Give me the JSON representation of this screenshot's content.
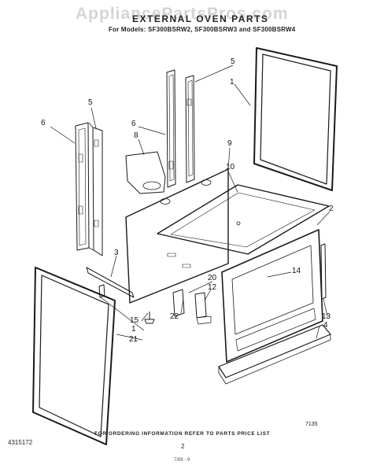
{
  "header": {
    "watermark": "AppliancePartsPros.com",
    "title": "EXTERNAL OVEN PARTS",
    "models": "For Models: SF300BSRW2, SF300BSRW3 and SF300BSRW4"
  },
  "callouts": {
    "c1a": "1",
    "c1b": "1",
    "c2": "2",
    "c3": "3",
    "c4": "4",
    "c5a": "5",
    "c5b": "5",
    "c6a": "6",
    "c6b": "6",
    "c8": "8",
    "c9": "9",
    "c10": "10",
    "c12": "12",
    "c13": "13",
    "c14": "14",
    "c15": "15",
    "c20": "20",
    "c21": "21",
    "c22": "22"
  },
  "footer": {
    "diagram_code": "7135",
    "part_number": "4315172",
    "ordering_note": "FOR ORDERING INFORMATION REFER TO PARTS PRICE LIST",
    "page_number": "2",
    "page_tag": "7/88 - 9"
  }
}
